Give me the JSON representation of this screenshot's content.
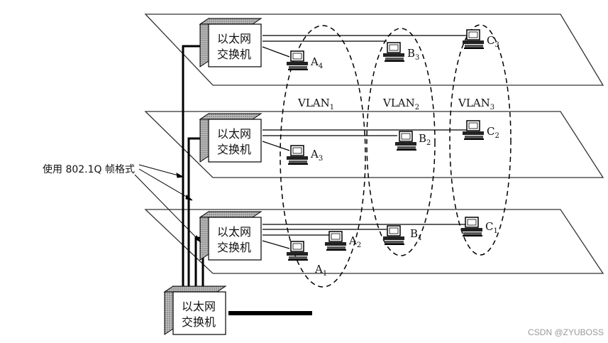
{
  "switch_label_line1": "以太网",
  "switch_label_line2": "交换机",
  "vlans": [
    {
      "name": "VLAN",
      "sub": "1"
    },
    {
      "name": "VLAN",
      "sub": "2"
    },
    {
      "name": "VLAN",
      "sub": "3"
    }
  ],
  "hosts": [
    {
      "letter": "A",
      "sub": "4"
    },
    {
      "letter": "B",
      "sub": "3"
    },
    {
      "letter": "C",
      "sub": "3"
    },
    {
      "letter": "A",
      "sub": "3"
    },
    {
      "letter": "B",
      "sub": "2"
    },
    {
      "letter": "C",
      "sub": "2"
    },
    {
      "letter": "A",
      "sub": "2"
    },
    {
      "letter": "A",
      "sub": "1"
    },
    {
      "letter": "B",
      "sub": "1"
    },
    {
      "letter": "C",
      "sub": "1"
    }
  ],
  "trunk_note": "使用 802.1Q 帧格式",
  "watermark": "CSDN @ZYUBOSS"
}
